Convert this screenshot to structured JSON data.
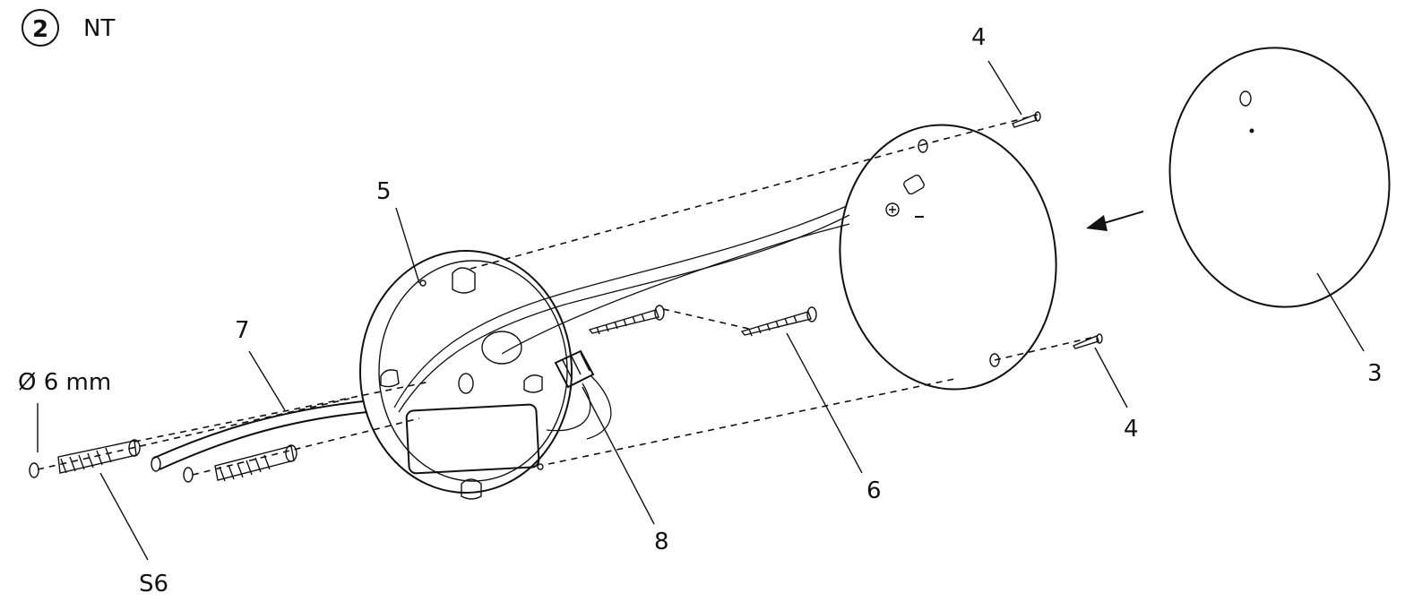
{
  "step": {
    "number": "2",
    "model": "NT"
  },
  "labels": {
    "diameter": "Ø 6 mm",
    "part_S6": "S6",
    "part_7": "7",
    "part_5": "5",
    "part_8": "8",
    "part_6": "6",
    "part_4_top": "4",
    "part_4_bottom": "4",
    "part_3": "3"
  },
  "colors": {
    "ink": "#111111",
    "background": "#ffffff"
  }
}
